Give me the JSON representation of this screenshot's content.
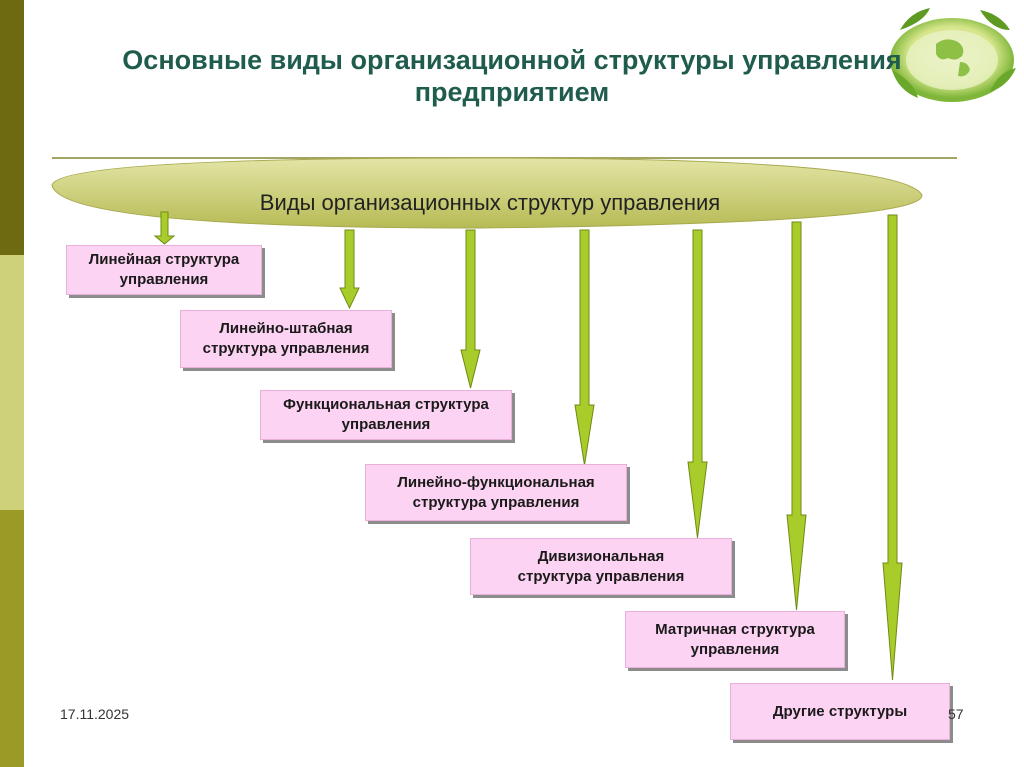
{
  "slide": {
    "title": "Основные виды организационной структуры управления предприятием",
    "date": "17.11.2025",
    "page_number": "57"
  },
  "diagram": {
    "root_label": "Виды организационных структур управления",
    "nodes": [
      {
        "line1": "Линейная структура",
        "line2": "управления"
      },
      {
        "line1": "Линейно-штабная",
        "line2": "структура управления"
      },
      {
        "line1": "Функциональная структура",
        "line2": "управления"
      },
      {
        "line1": "Линейно-функциональная",
        "line2": "структура управления"
      },
      {
        "line1": "Дивизиональная",
        "line2": "структура управления"
      },
      {
        "line1": "Матричная структура",
        "line2": "управления"
      },
      {
        "line1": "Другие структуры",
        "line2": ""
      }
    ]
  },
  "colors": {
    "box_fill": "#fdd3f3",
    "arrow_fill": "#a8cc2a",
    "ellipse_fill": "#c5c96a",
    "title_color": "#1f5c4e",
    "side_bar_dark": "#6e6a12",
    "side_bar_light": "#cfd07a",
    "side_bar_mid": "#9b9a26"
  },
  "icons": {
    "logo": "green-leaf-globe-icon"
  }
}
